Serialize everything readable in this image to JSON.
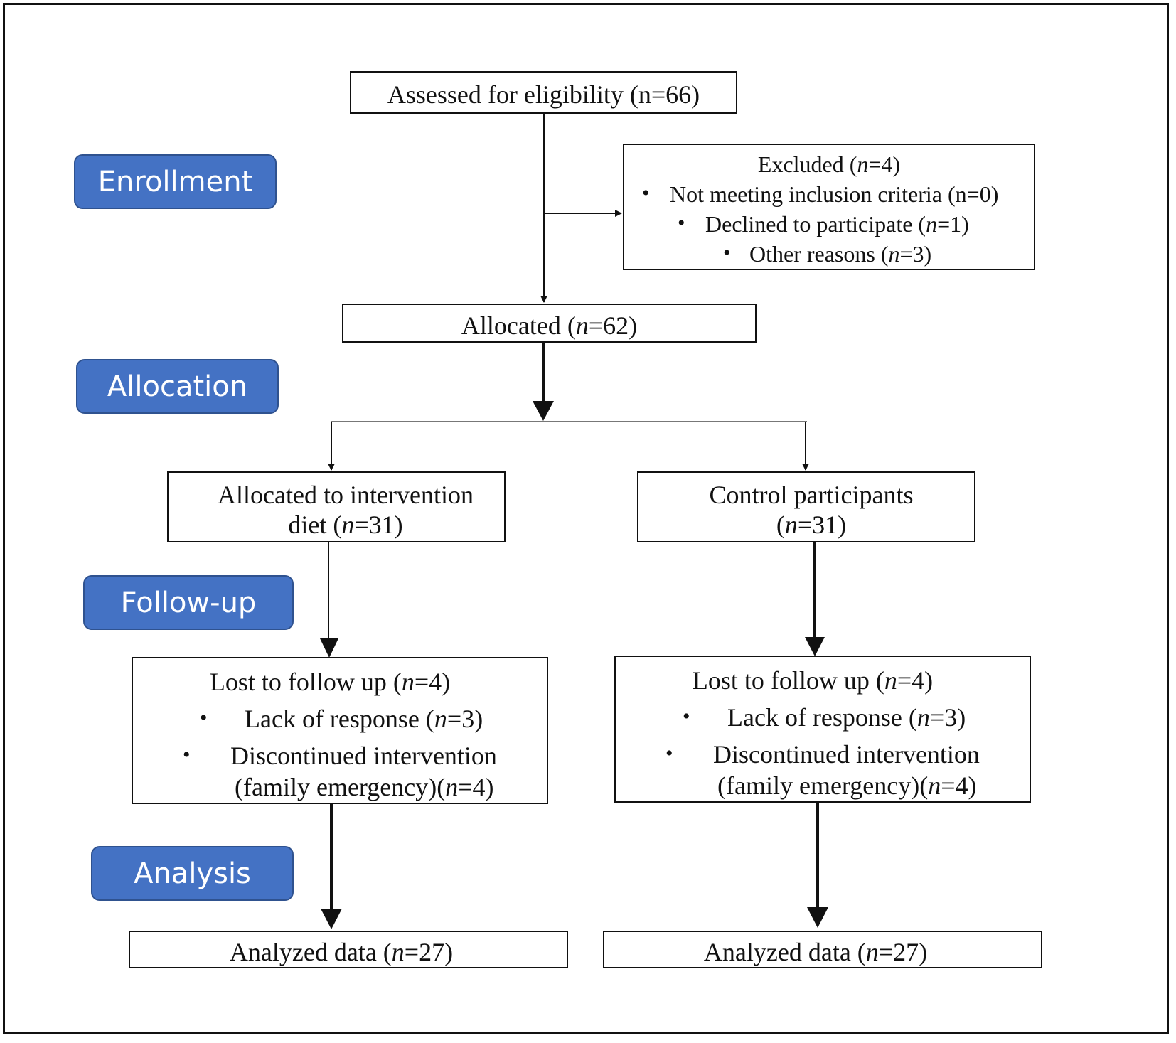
{
  "stages": {
    "enrollment": "Enrollment",
    "allocation": "Allocation",
    "followup": "Follow-up",
    "analysis": "Analysis"
  },
  "assessed": {
    "label": "Assessed for eligibility (n=66)"
  },
  "excluded": {
    "title_pre": "Excluded (",
    "title_n": "n",
    "title_post": "=4)",
    "items": [
      {
        "text": "Not meeting inclusion criteria (n=0)"
      },
      {
        "pre": "Declined to participate (",
        "n": "n",
        "post": "=1)"
      },
      {
        "pre": "Other reasons (",
        "n": "n",
        "post": "=3)"
      }
    ],
    "bullet": "•"
  },
  "allocated": {
    "pre": "Allocated  (",
    "n": "n",
    "post": "=62)"
  },
  "intervention": {
    "line1": "Allocated to intervention",
    "line2_pre": "diet (",
    "line2_n": "n",
    "line2_post": "=31)"
  },
  "control": {
    "line1": "Control participants",
    "line2_pre": "(",
    "line2_n": "n",
    "line2_post": "=31)"
  },
  "lost": {
    "title_pre": "Lost to follow up (",
    "title_n": "n",
    "title_post": "=4)",
    "item1_pre": "Lack of response (",
    "item1_n": "n",
    "item1_post": "=3)",
    "item2_line1": "Discontinued intervention",
    "item2_pre": "(family emergency)(",
    "item2_n": "n",
    "item2_post": "=4)",
    "bullet": "•"
  },
  "analyzed": {
    "pre": "Analyzed data (",
    "n": "n",
    "post": "=27)"
  }
}
